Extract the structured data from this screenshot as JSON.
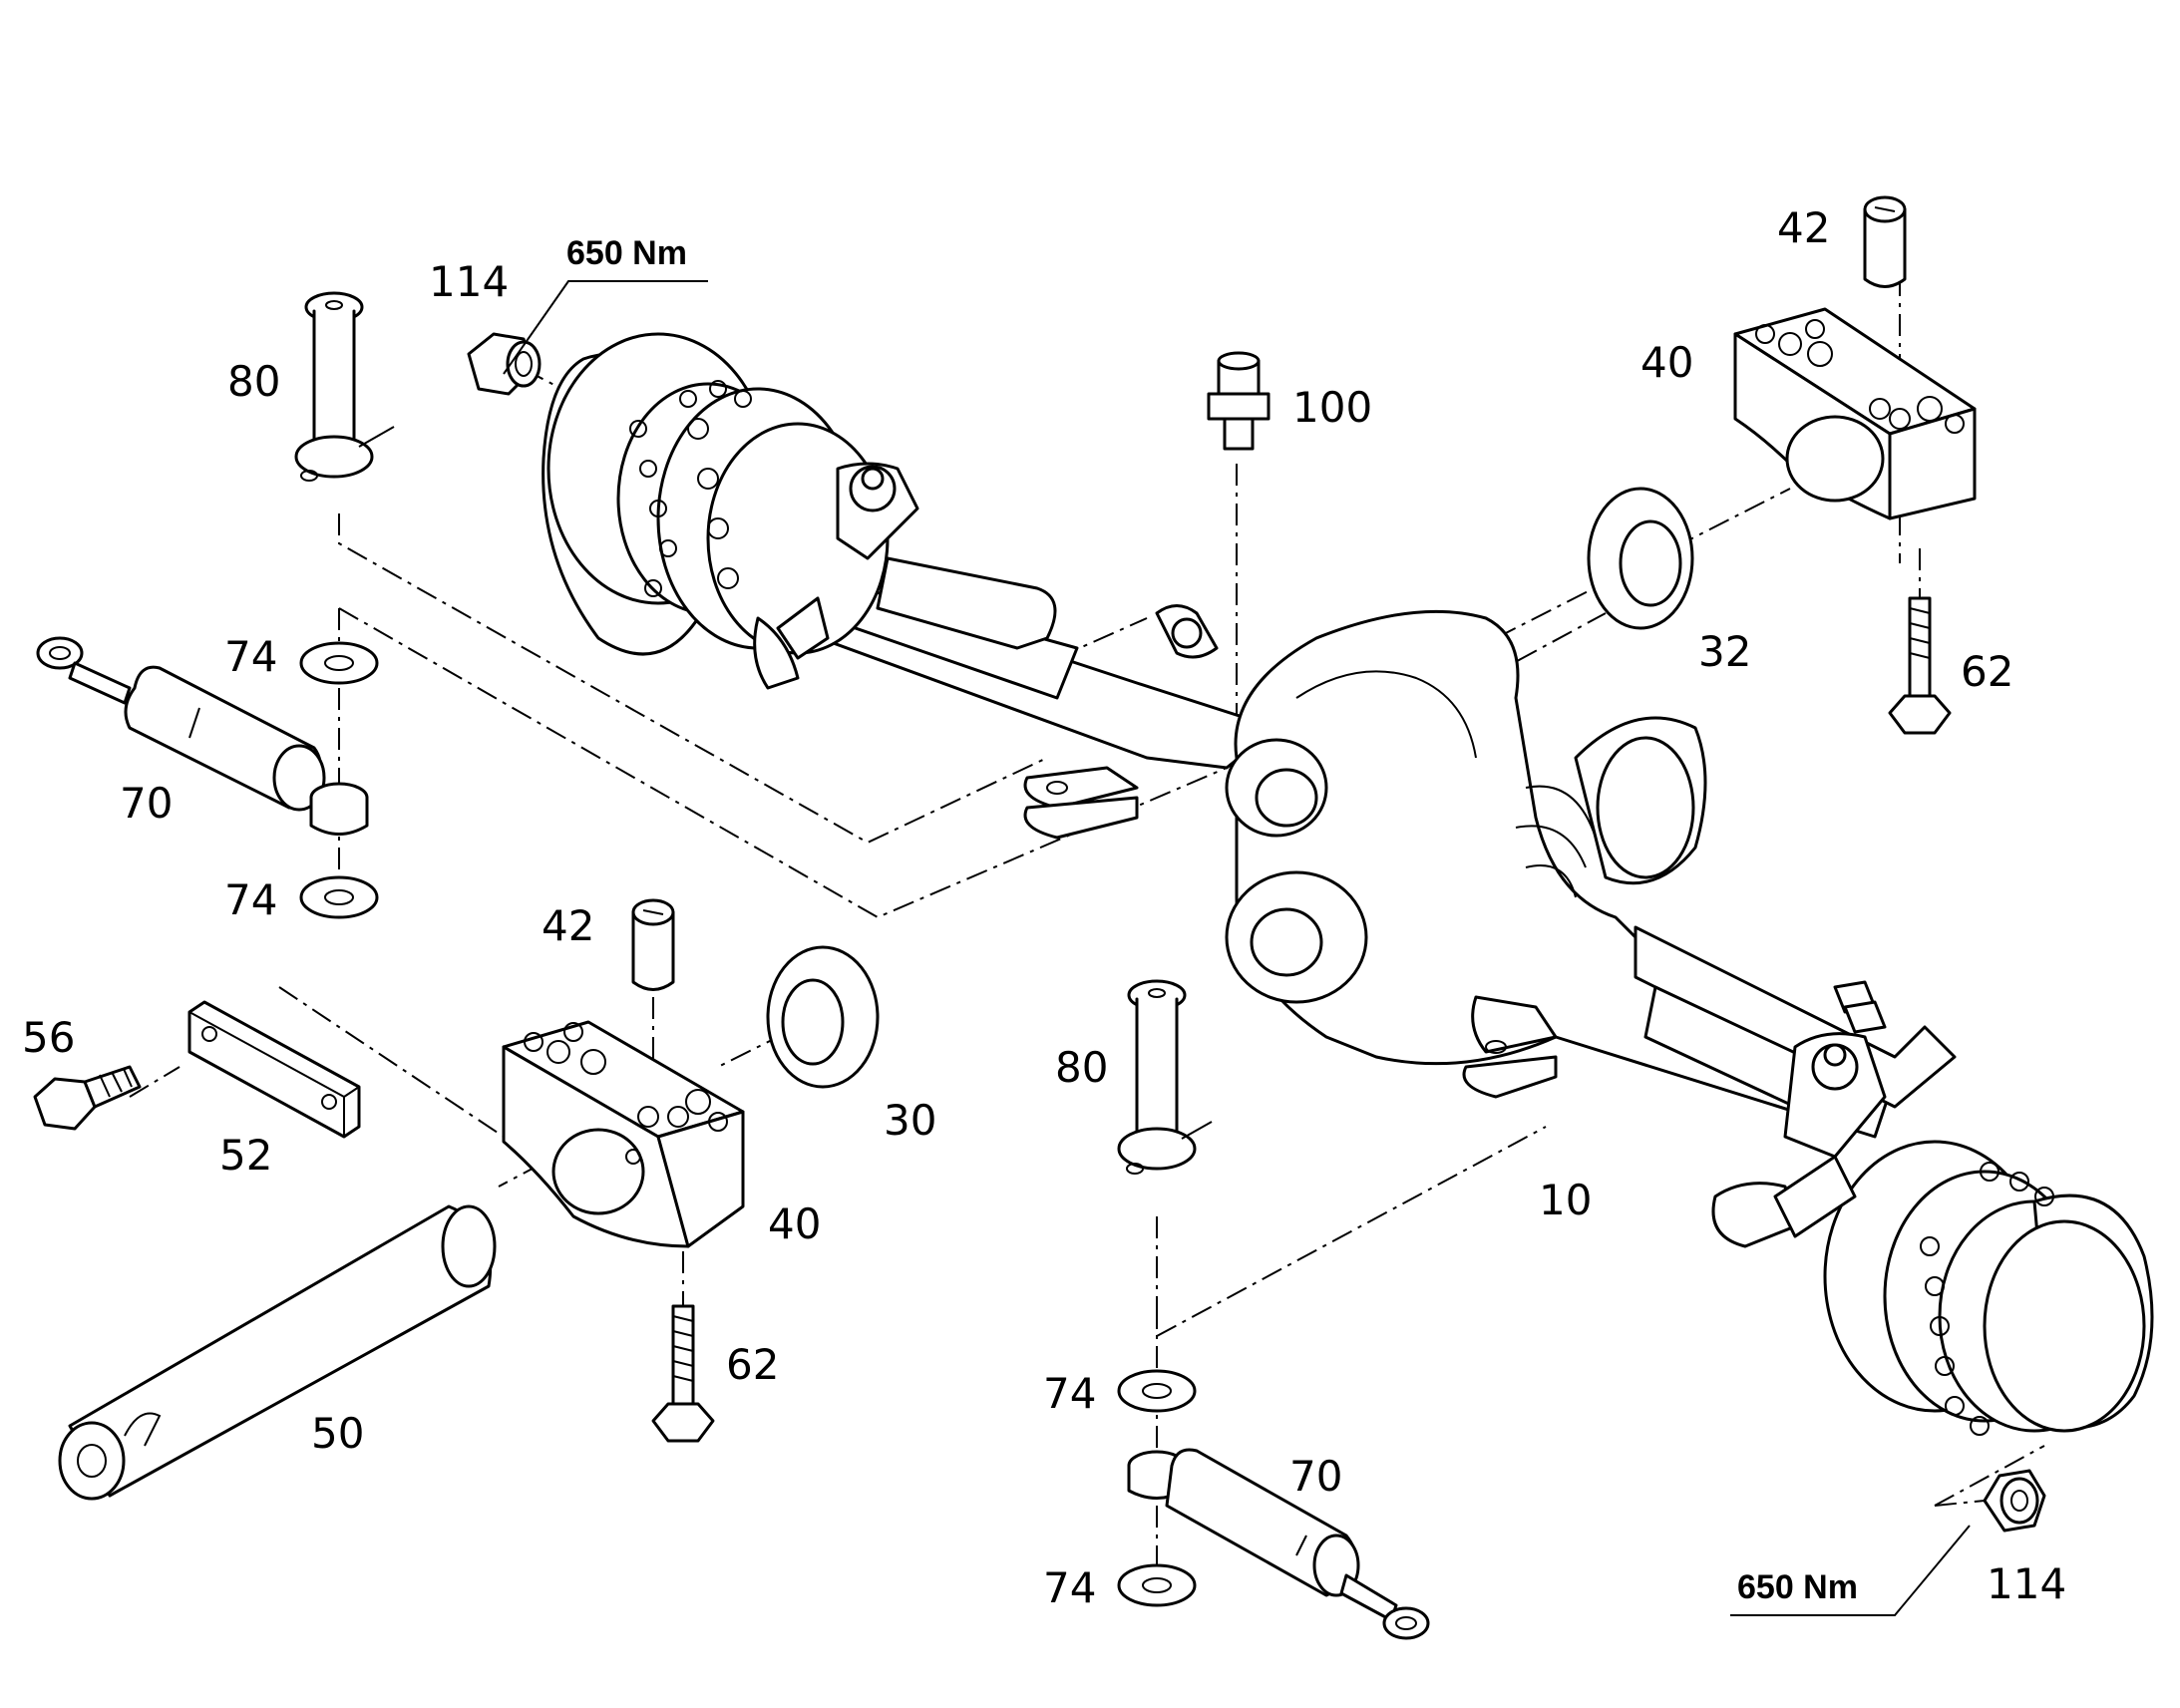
{
  "callouts": {
    "c114_top": "114",
    "c80_top": "80",
    "c100": "100",
    "c42_right": "42",
    "c40_right": "40",
    "c32": "32",
    "c62_right": "62",
    "c74_a": "74",
    "c70_left": "70",
    "c74_b": "74",
    "c42_mid": "42",
    "c56": "56",
    "c52": "52",
    "c30": "30",
    "c40_mid": "40",
    "c62_mid": "62",
    "c50": "50",
    "c80_mid": "80",
    "c10": "10",
    "c74_c": "74",
    "c70_right": "70",
    "c74_d": "74",
    "c114_bottom": "114"
  },
  "torque": {
    "top": "650 Nm",
    "bottom": "650 Nm"
  }
}
